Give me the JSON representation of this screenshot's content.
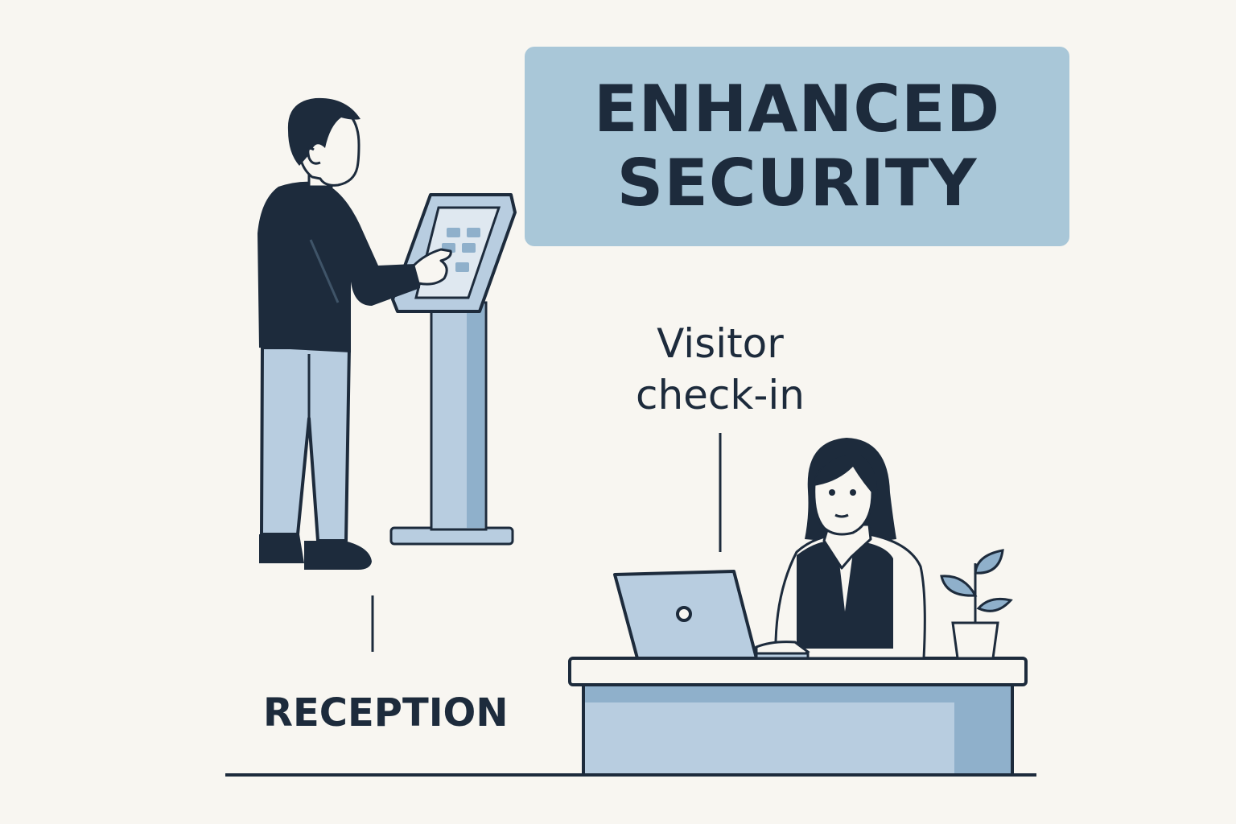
{
  "banner": {
    "line1": "ENHANCED",
    "line2": "SECURITY"
  },
  "labels": {
    "visitor_line1": "Visitor",
    "visitor_line2": "check-in",
    "reception": "RECEPTION"
  },
  "colors": {
    "background": "#f8f6f1",
    "ink": "#1d2b3c",
    "accent_blue": "#a9c7d8",
    "mid_blue": "#8fb0cb",
    "light_blue": "#b8cde0"
  }
}
